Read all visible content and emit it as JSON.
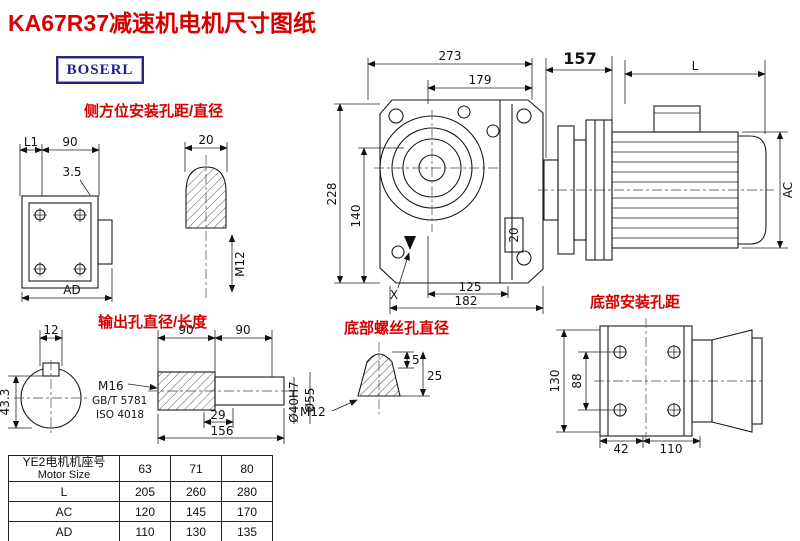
{
  "title": "KA67R37减速机电机尺寸图纸",
  "logo_text": "BOSERL",
  "labels": {
    "side_mount": "侧方位安装孔距/直径",
    "output_hole": "输出孔直径/长度",
    "bottom_screw": "底部螺丝孔直径",
    "bottom_mount": "底部安装孔距"
  },
  "side_view": {
    "dim_l1": "L1",
    "dim_90": "90",
    "dim_3_5": "3.5",
    "dim_ad": "AD"
  },
  "hole_detail": {
    "dim_20": "20",
    "dim_m12": "M12"
  },
  "front_view": {
    "dim_273": "273",
    "dim_179": "179",
    "dim_228": "228",
    "dim_140": "140",
    "dim_20": "20",
    "dim_125": "125",
    "dim_182": "182",
    "dim_x": "X"
  },
  "motor_view": {
    "dim_157": "157",
    "dim_l": "L",
    "dim_ac": "AC"
  },
  "shaft_end": {
    "dim_12": "12",
    "dim_43_3": "43.3"
  },
  "output_shaft": {
    "dim_90a": "90",
    "dim_90b": "90",
    "thread": "M16",
    "std_gb": "GB/T 5781",
    "std_iso": "ISO 4018",
    "dim_29": "29",
    "dim_156": "156",
    "dia_40": "Ø40H7",
    "dia_55": "Ø55"
  },
  "bolt_detail": {
    "dim_5": "5",
    "dim_25": "25",
    "dim_m12": "M12"
  },
  "bottom_view": {
    "dim_130": "130",
    "dim_88": "88",
    "dim_42": "42",
    "dim_110": "110"
  },
  "table": {
    "header_cn": "YE2电机机座号",
    "header_en": "Motor Size",
    "sizes": [
      "63",
      "71",
      "80"
    ],
    "rows": [
      {
        "label": "L",
        "values": [
          "205",
          "260",
          "280"
        ]
      },
      {
        "label": "AC",
        "values": [
          "120",
          "145",
          "170"
        ]
      },
      {
        "label": "AD",
        "values": [
          "110",
          "130",
          "135"
        ]
      }
    ]
  }
}
